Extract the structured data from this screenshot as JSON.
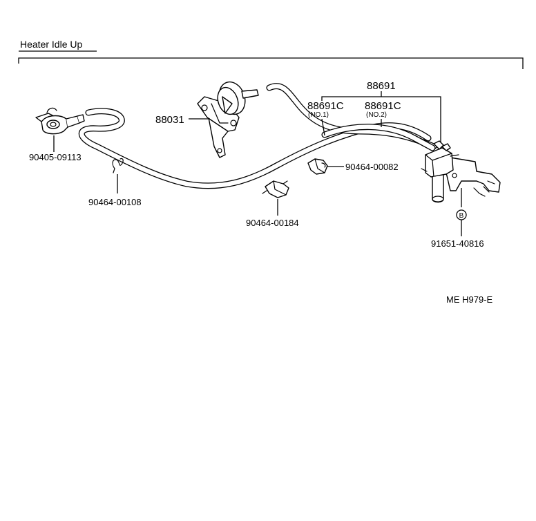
{
  "diagram": {
    "title": "Heater Idle Up",
    "code": "ME H979-E",
    "parts": {
      "valve": "88031",
      "hose_assy": "88691",
      "hose_no1": "88691C",
      "hose_no1_sub": "(NO.1)",
      "hose_no2": "88691C",
      "hose_no2_sub": "(NO.2)",
      "clamp_valve": "90405-09113",
      "clip_108": "90464-00108",
      "clamp_082": "90464-00082",
      "clamp_184": "90464-00184",
      "bolt": "91651-40816",
      "bolt_marker": "B"
    }
  }
}
